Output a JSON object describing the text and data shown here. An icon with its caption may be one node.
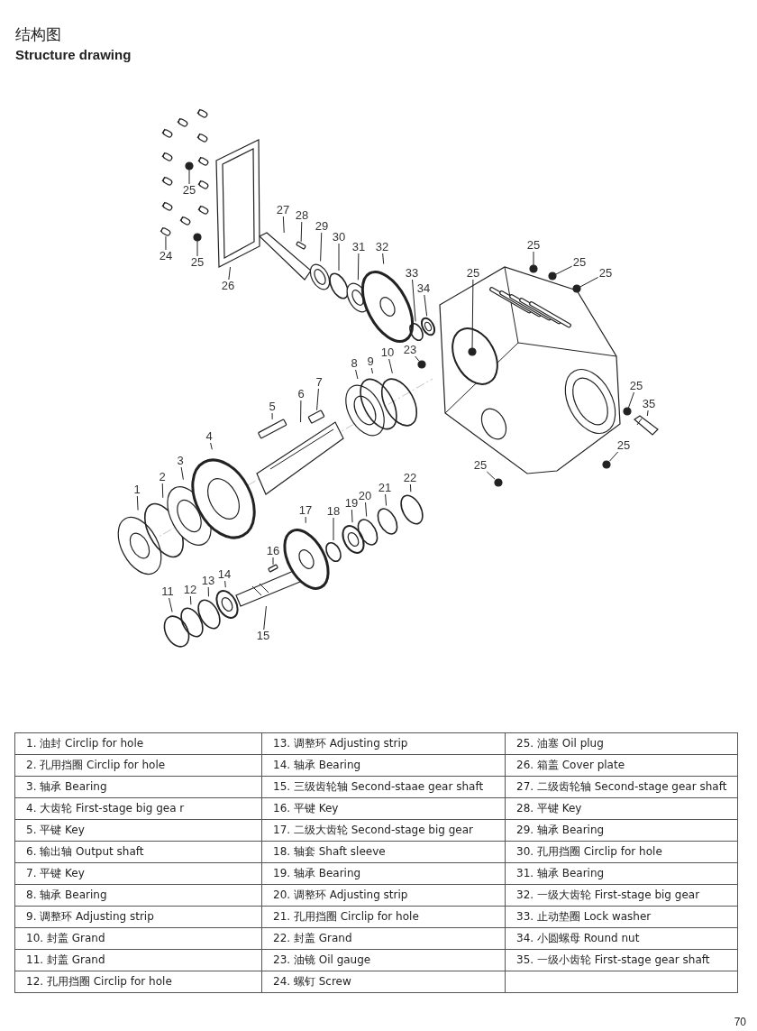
{
  "diagram": {
    "title": "结构图",
    "nodes": [
      {
        "text": [
          "1"
        ]
      },
      {
        "text": [
          "2"
        ]
      },
      {
        "text": [
          "3"
        ]
      },
      {
        "text": [
          "4"
        ]
      },
      {
        "text": [
          "5"
        ]
      },
      {
        "text": [
          "6"
        ]
      },
      {
        "text": [
          "7"
        ]
      },
      {
        "text": [
          "8"
        ]
      },
      {
        "text": [
          "9"
        ]
      },
      {
        "text": [
          "10"
        ]
      },
      {
        "text": [
          "11"
        ]
      },
      {
        "text": [
          "12"
        ]
      },
      {
        "text": [
          "13"
        ]
      },
      {
        "text": [
          "14"
        ]
      },
      {
        "text": [
          "15"
        ]
      },
      {
        "text": [
          "16"
        ]
      },
      {
        "text": [
          "17"
        ]
      },
      {
        "text": [
          "18"
        ]
      },
      {
        "text": [
          "19"
        ]
      },
      {
        "text": [
          "20"
        ]
      },
      {
        "text": [
          "21"
        ]
      },
      {
        "text": [
          "22"
        ]
      },
      {
        "text": [
          "23"
        ]
      },
      {
        "text": [
          "24"
        ]
      },
      {
        "text": [
          "25"
        ]
      },
      {
        "text": [
          "25"
        ]
      },
      {
        "text": [
          "26"
        ]
      },
      {
        "text": [
          "27"
        ]
      },
      {
        "text": [
          "28"
        ]
      },
      {
        "text": [
          "29"
        ]
      },
      {
        "text": [
          "30"
        ]
      },
      {
        "text": [
          "31"
        ]
      },
      {
        "text": [
          "32"
        ]
      },
      {
        "text": [
          "33"
        ]
      },
      {
        "text": [
          "34"
        ]
      },
      {
        "text": [
          "25"
        ]
      },
      {
        "text": [
          "25"
        ]
      },
      {
        "text": [
          "25"
        ]
      },
      {
        "text": [
          "25"
        ]
      },
      {
        "text": [
          "25"
        ]
      },
      {
        "text": [
          "35"
        ]
      },
      {
        "text": [
          "25"
        ]
      },
      {
        "text": [
          "25"
        ]
      },
      {
        "text": [],
        "shape": "picture"
      },
      {
        "text": [],
        "shape": "circle"
      },
      {
        "text": [],
        "shape": "picture"
      },
      {
        "text": [],
        "shape": "picture"
      },
      {
        "text": [],
        "shape": "box"
      },
      {
        "text": [],
        "shape": "picture"
      },
      {
        "text": [],
        "shape": "box"
      },
      {
        "text": [],
        "shape": "picture"
      },
      {
        "text": [],
        "shape": "circle"
      },
      {
        "text": [],
        "shape": "circle"
      },
      {
        "text": [],
        "shape": "circle"
      },
      {
        "text": [],
        "shape": "circle"
      },
      {
        "text": [],
        "shape": "circle"
      },
      {
        "text": [],
        "shape": "picture"
      },
      {
        "text": [],
        "shape": "picture"
      },
      {
        "text": [],
        "shape": "box"
      },
      {
        "text": [],
        "shape": "picture"
      },
      {
        "text": [],
        "shape": "circle"
      },
      {
        "text": [],
        "shape": "picture"
      },
      {
        "text": [],
        "shape": "circle"
      },
      {
        "text": [],
        "shape": "circle"
      },
      {
        "text": [],
        "shape": "circle"
      },
      {
        "text": [],
        "shape": "circle"
      },
      {
        "text": [],
        "shape": "picture"
      },
      {
        "text": [],
        "shape": "circle"
      },
      {
        "text": [],
        "shape": "circle"
      },
      {
        "text": [],
        "shape": "picture"
      },
      {
        "text": [],
        "shape": "picture"
      },
      {
        "text": [],
        "shape": "box"
      },
      {
        "text": [],
        "shape": "picture"
      },
      {
        "text": [],
        "shape": "circle"
      },
      {
        "text": [],
        "shape": "picture"
      },
      {
        "text": [],
        "shape": "picture"
      },
      {
        "text": [],
        "shape": "circle"
      },
      {
        "text": [],
        "shape": "picture"
      },
      {
        "text": [],
        "shape": "circle"
      },
      {
        "text": [],
        "shape": "circle"
      },
      {
        "text": [],
        "shape": "circle"
      },
      {
        "text": [],
        "shape": "circle"
      },
      {
        "text": [],
        "shape": "circle"
      },
      {
        "text": [],
        "shape": "picture"
      },
      {
        "text": [],
        "shape": "circle"
      },
      {
        "text": [],
        "shape": "circle"
      }
    ],
    "edges": [
      {
        "from": 0,
        "to": 43,
        "arrow": "none"
      },
      {
        "from": 1,
        "to": 44,
        "arrow": "none"
      },
      {
        "from": 2,
        "to": 45,
        "arrow": "none"
      },
      {
        "from": 3,
        "to": 46,
        "arrow": "none"
      },
      {
        "from": 4,
        "to": 47,
        "arrow": "none"
      },
      {
        "from": 5,
        "to": 48,
        "arrow": "none"
      },
      {
        "from": 6,
        "to": 49,
        "arrow": "none"
      },
      {
        "from": 7,
        "to": 50,
        "arrow": "none"
      },
      {
        "from": 8,
        "to": 51,
        "arrow": "none"
      },
      {
        "from": 9,
        "to": 52,
        "arrow": "none"
      },
      {
        "from": 10,
        "to": 53,
        "arrow": "none"
      },
      {
        "from": 11,
        "to": 54,
        "arrow": "none"
      },
      {
        "from": 12,
        "to": 55,
        "arrow": "none"
      },
      {
        "from": 13,
        "to": 56,
        "arrow": "none"
      },
      {
        "from": 14,
        "to": 57,
        "arrow": "none"
      },
      {
        "from": 15,
        "to": 58,
        "arrow": "none"
      },
      {
        "from": 16,
        "to": 59,
        "arrow": "none"
      },
      {
        "from": 17,
        "to": 60,
        "arrow": "none"
      },
      {
        "from": 18,
        "to": 61,
        "arrow": "none"
      },
      {
        "from": 19,
        "to": 62,
        "arrow": "none"
      },
      {
        "from": 20,
        "to": 63,
        "arrow": "none"
      },
      {
        "from": 21,
        "to": 64,
        "arrow": "none"
      },
      {
        "from": 22,
        "to": 65,
        "arrow": "none"
      },
      {
        "from": 23,
        "to": 66,
        "arrow": "none"
      },
      {
        "from": 24,
        "to": 67,
        "arrow": "none"
      },
      {
        "from": 25,
        "to": 68,
        "arrow": "none"
      },
      {
        "from": 26,
        "to": 69,
        "arrow": "none"
      },
      {
        "from": 27,
        "to": 70,
        "arrow": "none"
      },
      {
        "from": 28,
        "to": 71,
        "arrow": "none"
      },
      {
        "from": 29,
        "to": 72,
        "arrow": "none"
      },
      {
        "from": 30,
        "to": 73,
        "arrow": "none"
      },
      {
        "from": 31,
        "to": 74,
        "arrow": "none"
      },
      {
        "from": 32,
        "to": 75,
        "arrow": "none"
      },
      {
        "from": 33,
        "to": 76,
        "arrow": "none"
      },
      {
        "from": 34,
        "to": 77,
        "arrow": "none"
      },
      {
        "from": 35,
        "to": 78,
        "arrow": "none"
      },
      {
        "from": 36,
        "to": 79,
        "arrow": "none"
      },
      {
        "from": 37,
        "to": 80,
        "arrow": "none"
      },
      {
        "from": 38,
        "to": 81,
        "arrow": "none"
      },
      {
        "from": 39,
        "to": 82,
        "arrow": "none"
      },
      {
        "from": 40,
        "to": 83,
        "arrow": "none"
      },
      {
        "from": 41,
        "to": 84,
        "arrow": "none"
      },
      {
        "from": 42,
        "to": 85,
        "arrow": "none"
      }
    ],
    "labels": [
      "Structure drawing",
      "1. 油封 Circlip for hole",
      "13. 调整环 Adjusting strip",
      "25. 油塞 Oil plug",
      "2. 孔用挡圈 Circlip for hole",
      "14. 轴承 Bearing",
      "26. 箱盖 Cover plate",
      "3. 轴承 Bearing",
      "15. 三级齿轮轴 Second-staae gear shaft",
      "27. 二级齿轮轴 Second-stage gear shaft",
      "4. 大齿轮 First-stage big gea r",
      "16. 平键 Key",
      "28. 平键 Key",
      "5. 平键 Key",
      "17. 二级大齿轮 Second-stage big gear",
      "29. 轴承 Bearing",
      "6. 输出轴 Output shaft",
      "18. 轴套 Shaft sleeve",
      "30. 孔用挡圈 Circlip for hole",
      "7. 平键 Key",
      "19. 轴承 Bearing",
      "31. 轴承 Bearing",
      "8. 轴承 Bearing",
      "20. 调整环 Adjusting strip",
      "32. 一级大齿轮 First-stage big gear",
      "9. 调整环 Adjusting strip",
      "21. 孔用挡圈 Circlip for hole",
      "33. 止动垫圈 Lock washer",
      "10. 封盖 Grand",
      "22. 封盖 Grand",
      "34. 小圆螺母 Round nut",
      "11. 封盖 Grand",
      "23. 油镜 Oil gauge",
      "35. 一级小齿轮 First-stage gear shaft",
      "12. 孔用挡圈 Circlip for hole",
      "24. 螺钉 Screw",
      "70"
    ]
  }
}
